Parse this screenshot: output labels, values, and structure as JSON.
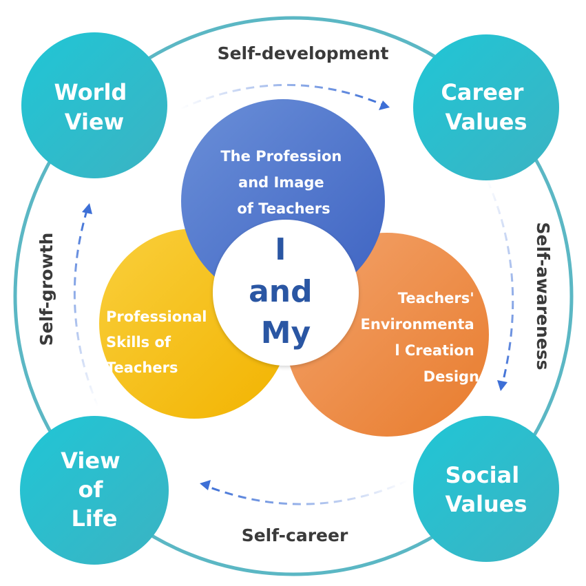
{
  "center": {
    "lines": [
      "I",
      "and",
      "My"
    ]
  },
  "lobes": {
    "profession_image": {
      "lines": [
        "The Profession",
        "and Image",
        "of Teachers"
      ]
    },
    "professional_skills": {
      "lines": [
        "Professional",
        "Skills of",
        "Teachers"
      ]
    },
    "environmental_design": {
      "lines": [
        "Teachers'",
        "Environmenta",
        "l Creation",
        "Design"
      ]
    }
  },
  "corners": {
    "world_view": {
      "lines": [
        "World",
        "View"
      ]
    },
    "career_values": {
      "lines": [
        "Career",
        "Values"
      ]
    },
    "view_of_life": {
      "lines": [
        "View",
        "of",
        "Life"
      ]
    },
    "social_values": {
      "lines": [
        "Social",
        "Values"
      ]
    }
  },
  "ring_labels": {
    "top": "Self-development",
    "right": "Self-awareness",
    "bottom": "Self-career",
    "left": "Self-growth"
  },
  "colors": {
    "ring": "#5bb7c4",
    "corner_circle": "#2bbfcc",
    "blue_lobe": "#5578cc",
    "yellow_lobe": "#f6bf1d",
    "orange_lobe": "#ee8a45",
    "center_text": "#2a56a3",
    "arrow": "#3d6fd6"
  }
}
